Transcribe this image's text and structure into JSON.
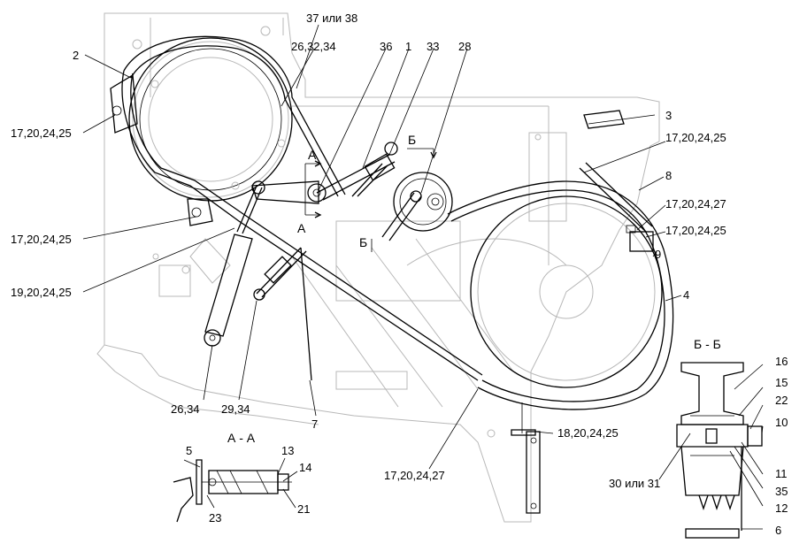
{
  "callouts": {
    "c2": "2",
    "c37or38": "37 или 38",
    "c26_32_34": "26,32,34",
    "c36": "36",
    "c1": "1",
    "c33": "33",
    "c28": "28",
    "c3": "3",
    "c17_20_24_25_a": "17,20,24,25",
    "c17_20_24_25_b": "17,20,24,25",
    "c17_20_24_25_c": "17,20,24,25",
    "c17_20_24_25_d": "17,20,24,25",
    "c8": "8",
    "c17_20_24_27_a": "17,20,24,27",
    "c9": "9",
    "c4": "4",
    "c19_20_24_25": "19,20,24,25",
    "c26_34": "26,34",
    "c29_34": "29,34",
    "c7": "7",
    "c17_20_24_27_b": "17,20,24,27",
    "c18_20_24_25": "18,20,24,25",
    "c16": "16",
    "c15": "15",
    "c22": "22",
    "c10": "10",
    "c30or31": "30 или 31",
    "c11": "11",
    "c35": "35",
    "c12": "12",
    "c6": "6",
    "c5": "5",
    "c13": "13",
    "c14": "14",
    "c23": "23",
    "c21": "21"
  },
  "section_marks": {
    "a_top": "А",
    "a_bottom": "А",
    "b_top": "Б",
    "b_bottom": "Б"
  },
  "view_titles": {
    "section_aa": "А - А",
    "section_bb": "Б - Б"
  }
}
